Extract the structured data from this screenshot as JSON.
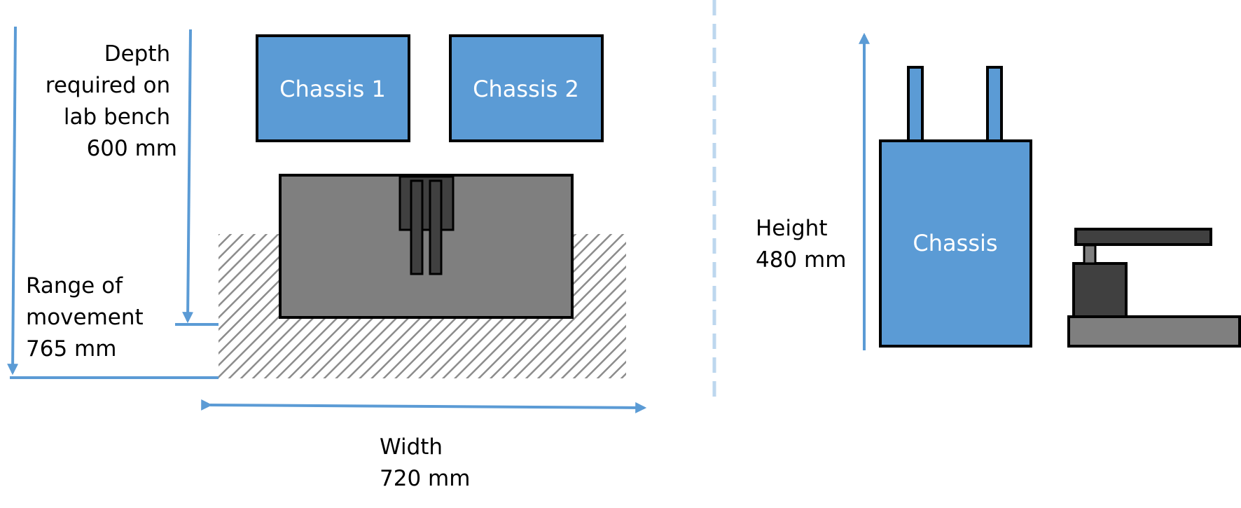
{
  "colors": {
    "accent_blue": "#5b9bd5",
    "divider_blue": "#bdd7ee",
    "dark_gray": "#404040",
    "mid_gray": "#7f7f7f",
    "outline": "#000000",
    "hatch": "#8c8c8c"
  },
  "top_view": {
    "chassis_1_label": "Chassis 1",
    "chassis_2_label": "Chassis 2",
    "depth_label": {
      "line1": "Depth",
      "line2": "required on",
      "line3": "lab bench",
      "line4": "600 mm"
    },
    "range_label": {
      "line1": "Range of",
      "line2": "movement",
      "line3": "765 mm"
    },
    "width_label": {
      "line1": "Width",
      "line2": "720 mm"
    }
  },
  "side_view": {
    "chassis_label": "Chassis",
    "height_label": {
      "line1": "Height",
      "line2": "480 mm"
    }
  }
}
